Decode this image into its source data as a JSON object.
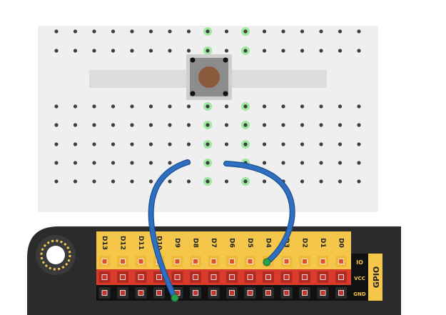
{
  "breadboard": {
    "rows": 8,
    "columns": 17,
    "highlighted_columns": [
      8,
      10
    ],
    "hole_color": "#3f3f3f",
    "highlight_color": "#5be05b",
    "body_color": "#efefef",
    "channel_color": "#dcdcdc"
  },
  "button": {
    "cap_color": "#8b5a3c",
    "body_color": "#8c8c8c",
    "plate_color": "#cfcfcf"
  },
  "board": {
    "pin_labels": [
      "D13",
      "D12",
      "D11",
      "D10",
      "D9",
      "D8",
      "D7",
      "D6",
      "D5",
      "D4",
      "D3",
      "D2",
      "D1",
      "D0"
    ],
    "row_labels": [
      "IO",
      "VCC",
      "GND"
    ],
    "section_label": "GPIO",
    "colors": {
      "board": "#2b2b2b",
      "label_tab": "#f4c74a",
      "io_row": "#f4c74a",
      "vcc_row": "#d93c2a",
      "gnd_row": "#111111",
      "pin_io": "#e2502b",
      "pin_vcc": "#c8322a",
      "pin_gnd": "#c8322a",
      "mount_hole_ring": "#f2c94c"
    }
  },
  "wires": {
    "color": "#2f6fc0",
    "outline": "#1d4f92",
    "end_color": "#26a04a"
  }
}
